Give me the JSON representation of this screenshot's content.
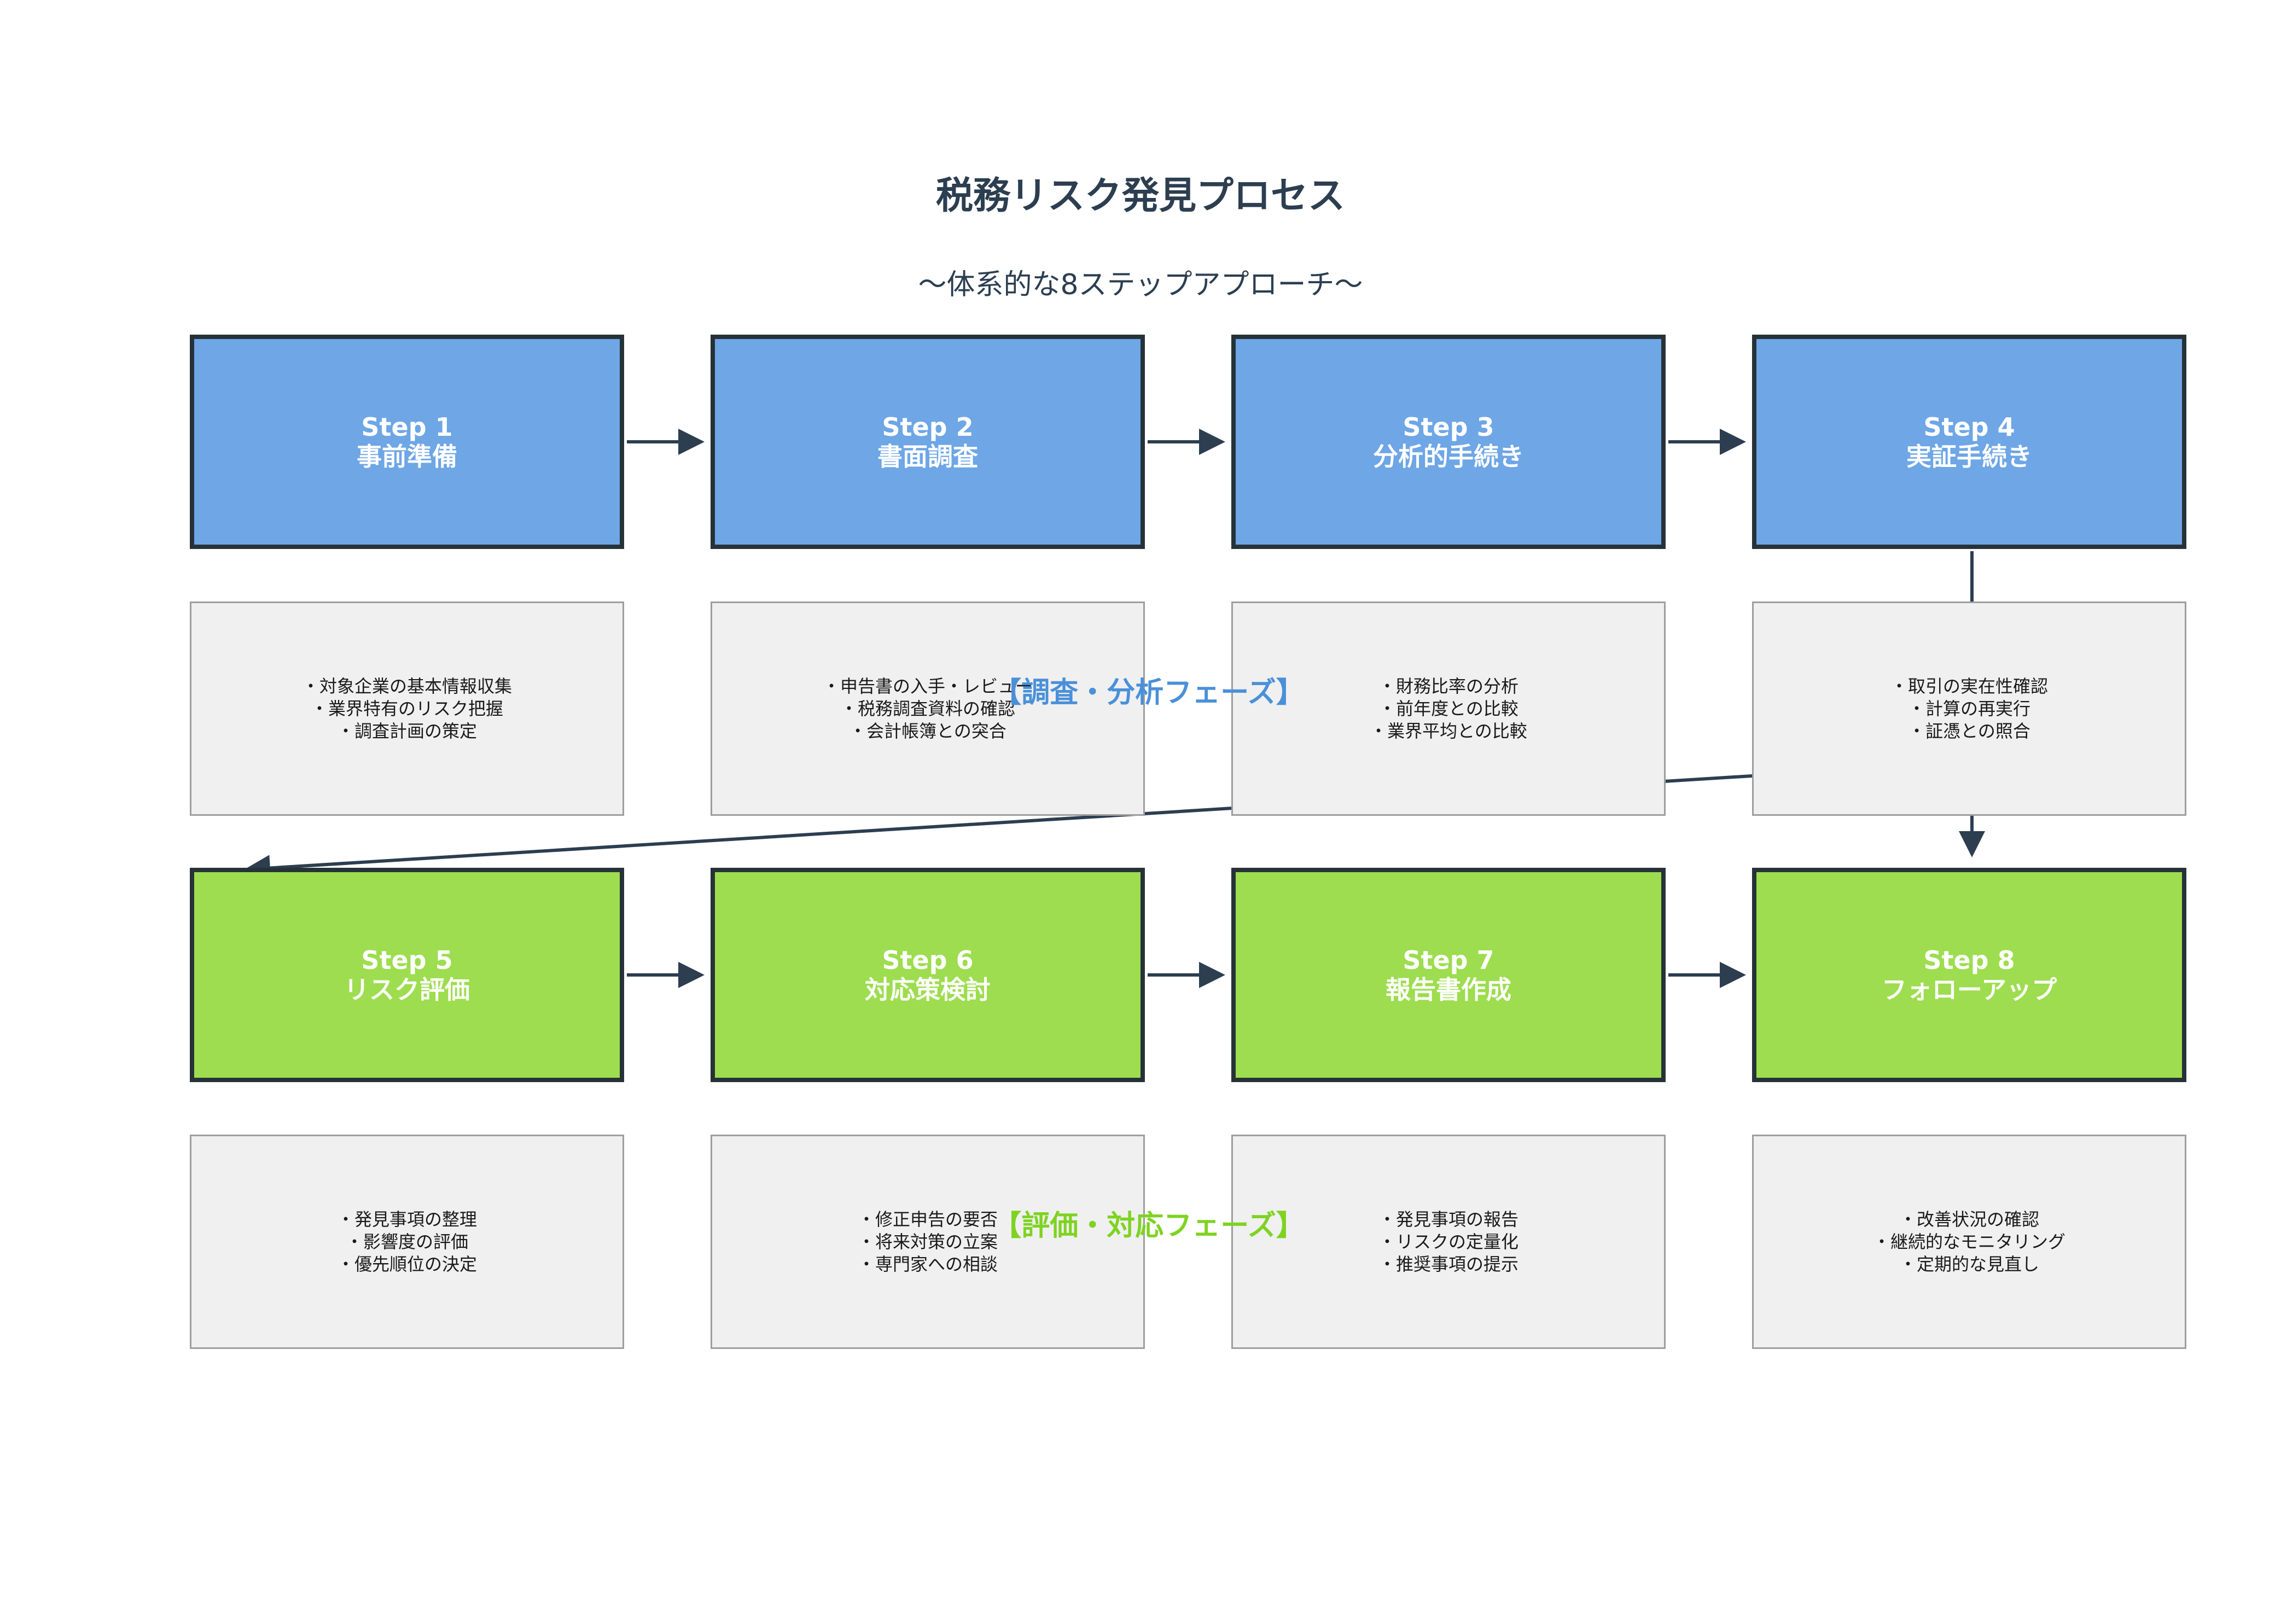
{
  "title": "税務リスク発見プロセス",
  "subtitle": "〜体系的な8ステップアプローチ〜",
  "colors": {
    "phase1_box": "#6ea6e6",
    "phase2_box": "#9ddd4f",
    "phase1_label": "#4a90d9",
    "phase2_label": "#7ed321",
    "border": "#263238",
    "arrow": "#2c3e50"
  },
  "phases": [
    {
      "label": "【調査・分析フェーズ】"
    },
    {
      "label": "【評価・対応フェーズ】"
    }
  ],
  "steps": [
    {
      "number": "Step 1",
      "name": "事前準備",
      "details": [
        "・対象企業の基本情報収集",
        "・業界特有のリスク把握",
        "・調査計画の策定"
      ]
    },
    {
      "number": "Step 2",
      "name": "書面調査",
      "details": [
        "・申告書の入手・レビュー",
        "・税務調査資料の確認",
        "・会計帳簿との突合"
      ]
    },
    {
      "number": "Step 3",
      "name": "分析的手続き",
      "details": [
        "・財務比率の分析",
        "・前年度との比較",
        "・業界平均との比較"
      ]
    },
    {
      "number": "Step 4",
      "name": "実証手続き",
      "details": [
        "・取引の実在性確認",
        "・計算の再実行",
        "・証憑との照合"
      ]
    },
    {
      "number": "Step 5",
      "name": "リスク評価",
      "details": [
        "・発見事項の整理",
        "・影響度の評価",
        "・優先順位の決定"
      ]
    },
    {
      "number": "Step 6",
      "name": "対応策検討",
      "details": [
        "・修正申告の要否",
        "・将来対策の立案",
        "・専門家への相談"
      ]
    },
    {
      "number": "Step 7",
      "name": "報告書作成",
      "details": [
        "・発見事項の報告",
        "・リスクの定量化",
        "・推奨事項の提示"
      ]
    },
    {
      "number": "Step 8",
      "name": "フォローアップ",
      "details": [
        "・改善状況の確認",
        "・継続的なモニタリング",
        "・定期的な見直し"
      ]
    }
  ]
}
